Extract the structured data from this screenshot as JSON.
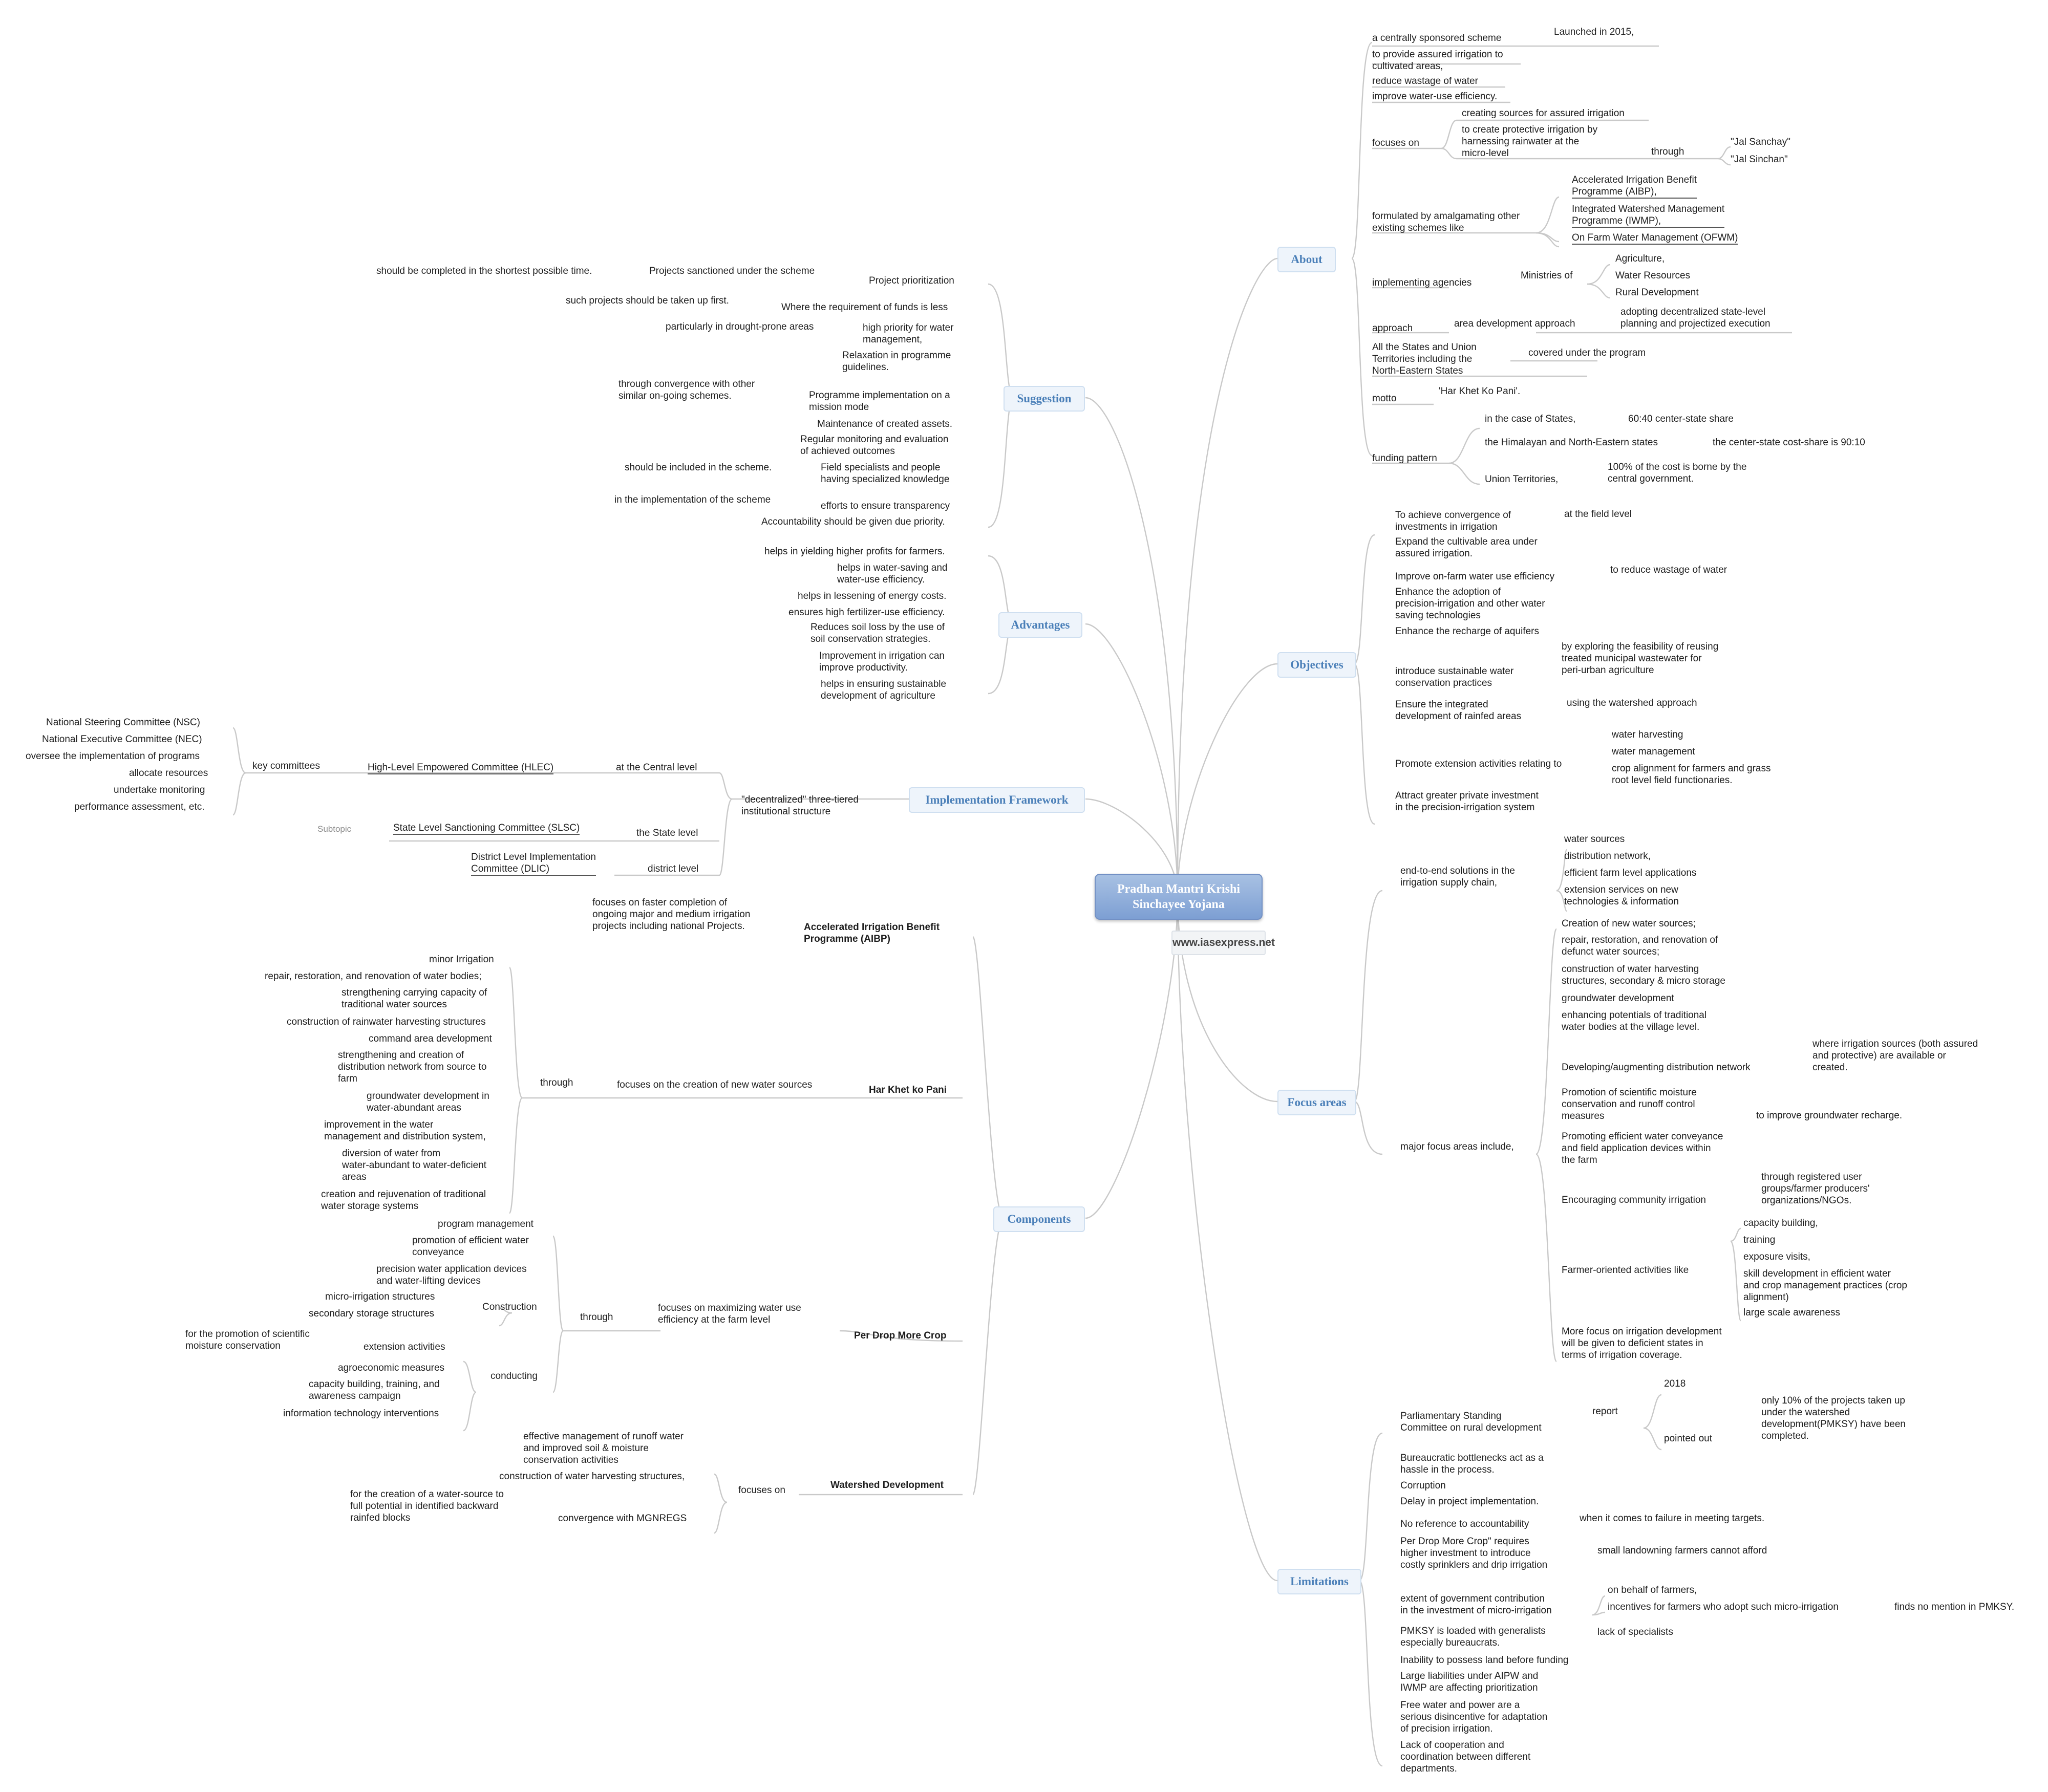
{
  "root": {
    "line1": "Pradhan Mantri Krishi",
    "line2": "Sinchayee Yojana",
    "website": "www.iasexpress.net"
  },
  "branches": {
    "about": "About",
    "objectives": "Objectives",
    "focus": "Focus areas",
    "limitations": "Limitations",
    "suggestion": "Suggestion",
    "advantages": "Advantages",
    "implementation": "Implementation Framework",
    "components": "Components"
  },
  "about": {
    "css": "a centrally sponsored scheme",
    "launched": "Launched in 2015,",
    "assured": "to provide assured irrigation to\ncultivated areas,",
    "wastage": "reduce wastage of water",
    "efficiency": "improve water-use efficiency.",
    "focuses_on": "focuses on",
    "creating": "creating sources for assured irrigation",
    "protective": "to create protective irrigation by\nharnessing rainwater at the\nmicro-level",
    "through": "through",
    "sanchay": "\"Jal Sanchay\"",
    "sinchan": "\"Jal Sinchan\"",
    "formulated": "formulated by amalgamating other\nexisting schemes like",
    "aibp": "Accelerated Irrigation Benefit\nProgramme (AIBP),",
    "iwmp": "Integrated Watershed Management\nProgramme (IWMP),",
    "ofwm": "On Farm Water Management (OFWM)",
    "agencies": "implementing agencies",
    "ministries": "Ministries of",
    "agri": "Agriculture,",
    "water_res": "Water Resources",
    "rural": "Rural Development",
    "approach": "approach",
    "area_dev": "area development approach",
    "decentral": "adopting decentralized state-level\nplanning and projectized execution",
    "states": "All the States and Union\nTerritories including the\nNorth-Eastern States",
    "covered": "covered under the program",
    "motto": "motto",
    "motto_val": "'Har Khet Ko Pani'.",
    "funding": "funding pattern",
    "in_states": "in the case of States,",
    "share_6040": "60:40 center-state share",
    "himalayan": "the Himalayan and North-Eastern states",
    "share_9010": "the center-state cost-share is 90:10",
    "ut": "Union Territories,",
    "ut_val": "100% of the cost is borne by the\ncentral government."
  },
  "objectives": {
    "convergence": "To achieve convergence of\ninvestments in irrigation",
    "field": "at the field level",
    "expand": "Expand the cultivable area under\nassured irrigation.",
    "onfarm": "Improve on-farm water use efficiency",
    "reduce_waste": "to reduce wastage of water",
    "precision": "Enhance the adoption of\nprecision-irrigation and other water\nsaving technologies",
    "aquifers": "Enhance the recharge of aquifers",
    "sustainable": "introduce sustainable water\nconservation practices",
    "reusing": "by exploring the feasibility of reusing\ntreated municipal wastewater for\nperi-urban agriculture",
    "rainfed": "Ensure the integrated\ndevelopment of rainfed areas",
    "watershed": "using the watershed approach",
    "extension": "Promote extension activities relating to",
    "harvesting": "water harvesting",
    "management": "water management",
    "crop": "crop alignment for farmers and grass\nroot level field functionaries.",
    "private": "Attract greater private investment\nin the precision-irrigation system"
  },
  "focus": {
    "e2e": "end-to-end solutions in the\nirrigation supply chain,",
    "sources": "water sources",
    "network": "distribution network,",
    "farm_app": "efficient farm level applications",
    "ext_services": "extension services on new\ntechnologies & information",
    "major": "major focus areas include,",
    "new_sources": "Creation of new water sources;",
    "repair": "repair, restoration, and renovation of\ndefunct water sources;",
    "construct": "construction of water harvesting\nstructures, secondary & micro storage",
    "groundwater": "groundwater development",
    "traditional": "enhancing potentials of traditional\nwater bodies at the village level.",
    "distribution": "Developing/augmenting distribution network",
    "where": "where irrigation sources (both assured\nand protective) are available or\ncreated.",
    "moisture": "Promotion of scientific moisture\nconservation and runoff control\nmeasures",
    "recharge": "to improve groundwater recharge.",
    "conveyance": "Promoting efficient water conveyance\nand field application devices within\nthe farm",
    "community": "Encouraging community irrigation",
    "groups": "through registered user\ngroups/farmer producers'\norganizations/NGOs.",
    "farmer": "Farmer-oriented activities like",
    "capacity": "capacity building,",
    "training": "training",
    "exposure": "exposure visits,",
    "skill": "skill development in efficient water\nand crop management practices (crop\nalignment)",
    "awareness": "large scale awareness",
    "deficient": "More focus on irrigation development\nwill be given to deficient states in\nterms of irrigation coverage."
  },
  "limitations": {
    "committee": "Parliamentary Standing\nCommittee on rural development",
    "report": "report",
    "year": "2018",
    "pointed": "pointed out",
    "ten_pct": "only 10% of the projects taken up\nunder the watershed\ndevelopment(PMKSY) have been\ncompleted.",
    "bureaucratic": "Bureaucratic bottlenecks act as a\nhassle in the process.",
    "corruption": "Corruption",
    "delay": "Delay in project implementation.",
    "accountability": "No reference to accountability",
    "failure": "when it comes to failure in meeting targets.",
    "pdmc": "Per Drop More Crop\" requires\nhigher investment to introduce\ncostly sprinklers and drip irrigation",
    "small": "small landowning farmers cannot afford",
    "extent": "extent of government contribution\nin the investment of micro-irrigation",
    "behalf": "on behalf of farmers,",
    "incentives": "incentives for farmers who adopt such micro-irrigation",
    "no_mention": "finds no mention in PMKSY.",
    "generalists": "PMKSY is loaded with generalists\nespecially bureaucrats.",
    "specialists": "lack of specialists",
    "land": "Inability to possess land before funding",
    "liabilities": "Large liabilities under AIPW and\nIWMP are affecting prioritization",
    "free": "Free water and power are a\nserious disincentive for adaptation\nof precision irrigation.",
    "coordination": "Lack of cooperation and\ncoordination between different\ndepartments."
  },
  "suggestion": {
    "prioritization": "Project prioritization",
    "sanctioned": "Projects sanctioned under the scheme",
    "shortest": "should be completed in the shortest possible time.",
    "less_funds": "Where the requirement of funds is less",
    "first": "such projects should be taken up first.",
    "priority": "high priority for water\nmanagement,",
    "drought": "particularly in drought-prone areas",
    "relaxation": "Relaxation in programme\nguidelines.",
    "mission": "Programme implementation on a\nmission mode",
    "convergence": "through convergence with other\nsimilar on-going schemes.",
    "maintenance": "Maintenance of created assets.",
    "monitoring": "Regular monitoring and evaluation\nof achieved outcomes",
    "specialists": "Field specialists and people\nhaving specialized knowledge",
    "included": "should be included in the scheme.",
    "transparency": "efforts to ensure transparency",
    "in_impl": "in the implementation of the scheme",
    "accountability": "Accountability should be given due priority."
  },
  "advantages": {
    "profits": "helps in yielding higher profits for farmers.",
    "saving": "helps in water-saving and\nwater-use efficiency.",
    "energy": "helps in lessening of energy costs.",
    "fertilizer": "ensures high fertilizer-use efficiency.",
    "soil": "Reduces soil loss by the use of\nsoil conservation strategies.",
    "productivity": "Improvement in irrigation can\nimprove productivity.",
    "sustainable": "helps in ensuring sustainable\ndevelopment of agriculture"
  },
  "implementation": {
    "tiered": "\"decentralized\" three-tiered\ninstitutional structure",
    "central": "at the Central level",
    "hlec": "High-Level Empowered Committee (HLEC)",
    "key": "key committees",
    "nsc": "National Steering Committee (NSC)",
    "nec": "National Executive Committee (NEC)",
    "oversee": "oversee the implementation of programs",
    "allocate": "allocate resources",
    "undertake": "undertake monitoring",
    "performance": "performance assessment, etc.",
    "state": "the State level",
    "slsc": "State Level Sanctioning Committee (SLSC)",
    "subtopic": "Subtopic",
    "district": "district level",
    "dlic": "District Level Implementation\nCommittee (DLIC)"
  },
  "components": {
    "aibp": "Accelerated Irrigation Benefit\nProgramme (AIBP)",
    "aibp_desc": "focuses on faster completion of\nongoing major and medium irrigation\nprojects including national Projects.",
    "hkkp": "Har Khet ko Pani",
    "hkkp_focus": "focuses on the creation of new water sources",
    "through": "through",
    "minor": "minor Irrigation",
    "repair": "repair, restoration, and renovation of water bodies;",
    "strengthening": "strengthening carrying capacity of\ntraditional water sources",
    "rainwater": "construction of rainwater harvesting structures",
    "command": "command area development",
    "network": "strengthening and creation of\ndistribution network from source to\nfarm",
    "gw": "groundwater development in\nwater-abundant areas",
    "improve": "improvement in the water\nmanagement and distribution system,",
    "diversion": "diversion of water from\nwater-abundant to water-deficient\nareas",
    "rejuvenation": "creation and rejuvenation of traditional\nwater storage systems",
    "pdmc": "Per Drop More Crop",
    "pdmc_focus": "focuses on maximizing water use\nefficiency at the farm level",
    "pdmc_through": "through",
    "program_mgmt": "program management",
    "conveyance": "promotion of efficient water\nconveyance",
    "precision": "precision water application devices\nand water-lifting devices",
    "construction": "Construction",
    "micro": "micro-irrigation structures",
    "secondary": "secondary storage structures",
    "conducting": "conducting",
    "extension": "extension activities",
    "moisture": "for the promotion of scientific\nmoisture conservation",
    "agro": "agroeconomic measures",
    "capacity": "capacity building, training, and\nawareness campaign",
    "it": "information technology interventions",
    "watershed": "Watershed Development",
    "ws_focus": "focuses on",
    "runoff": "effective management of runoff water\nand improved soil & moisture\nconservation activities",
    "harvesting": "construction of water harvesting structures,",
    "mgnregs": "convergence with MGNREGS",
    "water_source": "for the creation of a water-source to\nfull potential in identified backward\nrainfed blocks"
  },
  "colors": {
    "branch_text": "#4a7fb8",
    "connector": "#c9c9c9",
    "root_fill": "#8fb0dc"
  }
}
